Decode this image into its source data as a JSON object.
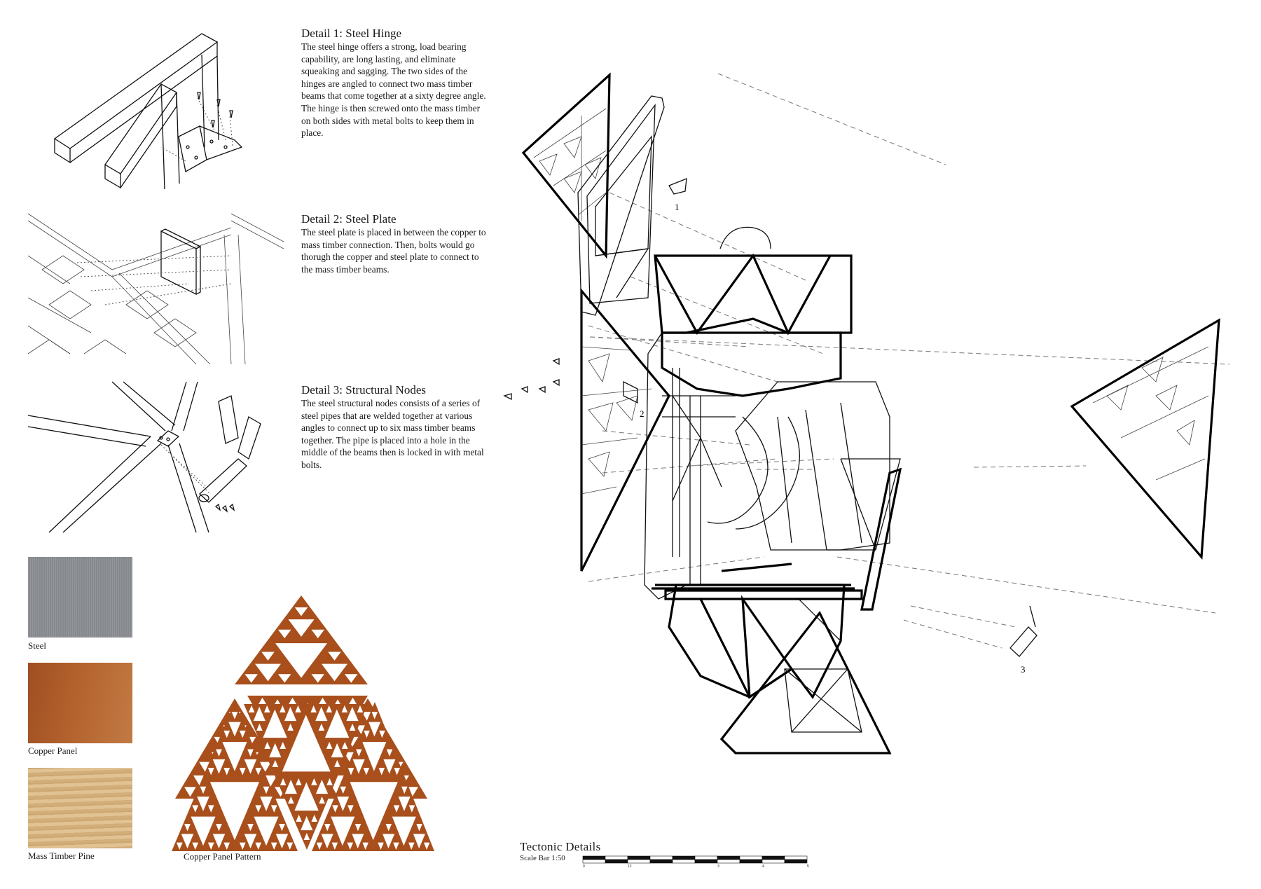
{
  "details": [
    {
      "title": "Detail 1: Steel Hinge",
      "body": "The steel hinge offers a strong, load bearing capability, are long lasting, and eliminate squeaking and sagging. The two sides of the hinges are angled to connect two mass timber beams that come together at a sixty degree angle. The hinge is then screwed onto the mass timber on both sides with metal bolts to keep them in place."
    },
    {
      "title": "Detail 2: Steel Plate",
      "body": "The steel plate is placed in between the copper to mass timber connection. Then, bolts would go thorugh the copper and steel plate to connect to the mass timber beams."
    },
    {
      "title": "Detail 3: Structural Nodes",
      "body": "The steel structural nodes consists of a series of steel pipes that are welded together at various angles to connect up to six mass timber beams together. The pipe is placed into a hole in the middle of the beams then is locked in with metal bolts."
    }
  ],
  "materials": [
    {
      "label": "Steel",
      "color": "#8d9096",
      "texture": "steel"
    },
    {
      "label": "Copper Panel",
      "color": "#b4622d",
      "texture": "copper"
    },
    {
      "label": "Mass Timber Pine",
      "color": "#d8b683",
      "texture": "wood"
    }
  ],
  "pattern": {
    "label": "Copper Panel Pattern",
    "color": "#a84f1c"
  },
  "callouts": [
    "1",
    "2",
    "3"
  ],
  "footer": {
    "title": "Tectonic Details",
    "scale_label": "Scale Bar 1:50",
    "scale_ticks": [
      "0",
      "12",
      "",
      "3",
      "4",
      "5"
    ]
  }
}
